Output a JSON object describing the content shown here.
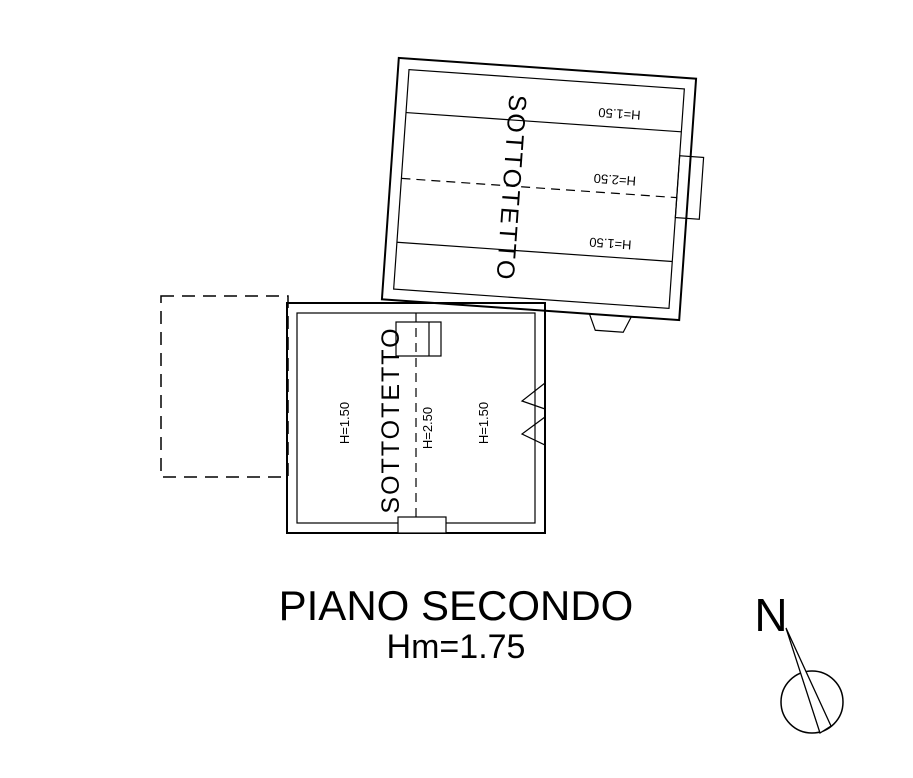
{
  "plan": {
    "title": "PIANO SECONDO",
    "subtitle": "Hm=1.75",
    "north": "N",
    "upper_room": {
      "label": "SOTTOTETTO",
      "heights": [
        "H=1.50",
        "H=2.50",
        "H=1.50"
      ]
    },
    "lower_room": {
      "label": "SOTTOTETTO",
      "heights": [
        "H=1.50",
        "H=2.50",
        "H=1.50"
      ]
    },
    "colors": {
      "line": "#000000",
      "background": "#ffffff"
    }
  }
}
